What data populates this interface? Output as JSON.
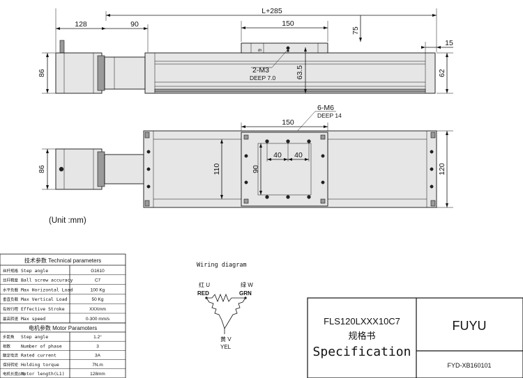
{
  "dims": {
    "overall_len": "L+285",
    "motor_len": "128",
    "coupler_len": "90",
    "carriage_width_top": "150",
    "carriage_height": "75",
    "carriage_top_gap": "9",
    "thread_top": "2-M3",
    "deep_top": "DEEP 7.0",
    "center_height": "63.5",
    "end_offset": "15",
    "body_height": "62",
    "motor_height_top": "86",
    "thread_bottom": "6-M6",
    "deep_bottom": "DEEP 14",
    "carriage_width_bottom": "150",
    "hole_space_a": "40",
    "hole_space_b": "40",
    "hole_space_vert": "90",
    "body_inner": "110",
    "body_width": "120",
    "motor_height_bottom": "86",
    "unit": "(Unit :mm)"
  },
  "tech": {
    "heading": "技术参数 Technical parameters",
    "rows": [
      {
        "cn": "丝杆规格",
        "en": "Step angle",
        "val": "G1610"
      },
      {
        "cn": "丝杆精度",
        "en": "Ball screw accuracy",
        "val": "C7"
      },
      {
        "cn": "水平负载",
        "en": "Max Horizontal Load",
        "val": "100 Kg"
      },
      {
        "cn": "垂直负载",
        "en": "Max Vertical Load",
        "val": "50 Kg"
      },
      {
        "cn": "有效行程",
        "en": "Effective Stroke",
        "val": "XXXmm"
      },
      {
        "cn": "最高转速",
        "en": "Max speed",
        "val": "0-300 mm/s"
      }
    ]
  },
  "motor": {
    "heading": "电机参数 Motor Paramoters",
    "rows": [
      {
        "cn": "步距角",
        "en": "Step angle",
        "val": "1.2°"
      },
      {
        "cn": "相数",
        "en": "Number of phase",
        "val": "3"
      },
      {
        "cn": "额定电流",
        "en": "Rated current",
        "val": "3A"
      },
      {
        "cn": "保持转矩",
        "en": "Holding torque",
        "val": "7N.m"
      },
      {
        "cn": "电机长度(L1)",
        "en": "Motor length(L1)",
        "val": "128mm"
      }
    ]
  },
  "wiring": {
    "title": "Wiring diagram",
    "red_cn": "红 U",
    "red_en": "RED",
    "grn_cn": "绿 W",
    "grn_en": "GRN",
    "yel_cn": "黄 V",
    "yel_en": "YEL"
  },
  "title_block": {
    "model": "FLS120LXXX10C7",
    "spec_cn": "规格书",
    "spec_en": "Specification",
    "brand": "FUYU",
    "doc_no": "FYD-XB160101"
  }
}
